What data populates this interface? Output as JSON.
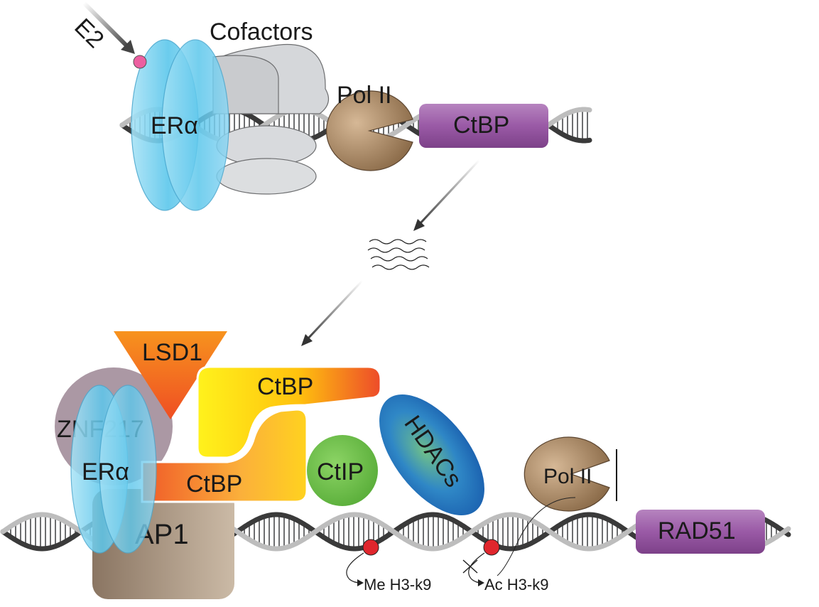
{
  "top": {
    "ligand": "E2",
    "cofactors": "Cofactors",
    "er": "ERα",
    "pol": "Pol II",
    "gene": "CtBP"
  },
  "bottom": {
    "lsd1": "LSD1",
    "znf": "ZNF217",
    "er": "ERα",
    "ctbp_upper": "CtBP",
    "ctbp_lower": "CtBP",
    "ctip": "CtIP",
    "hdacs": "HDACs",
    "ap1": "AP1",
    "pol": "Pol II",
    "gene": "RAD51",
    "mark_me": "Me H3-k9",
    "mark_ac": "Ac H3-k9"
  },
  "colors": {
    "er": "#5cc7ec",
    "cofactor": "#d3d5d8",
    "pol": "#9c7a56",
    "gene": "#9a5aa6",
    "lsd1": "#f26a1b",
    "znf": "#a793a6",
    "ctbp_yellow": "#ffd21f",
    "ctbp_orange": "#f5822a",
    "ctip": "#6cc04a",
    "hdacs": "#1c6fbd",
    "ap1": "#b7a591",
    "histone_mark": "#e0262d"
  }
}
